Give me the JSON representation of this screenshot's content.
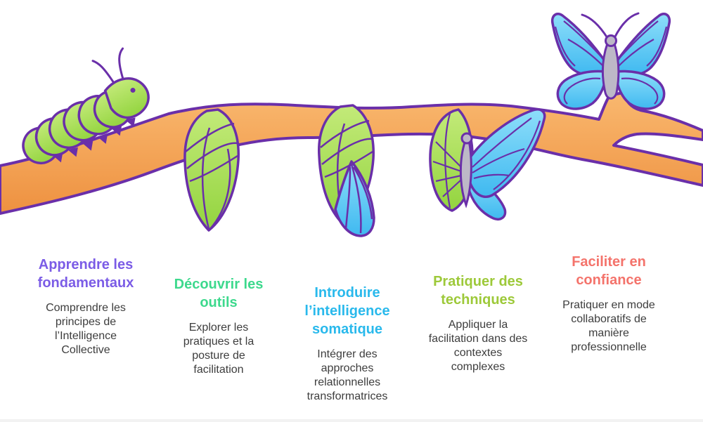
{
  "steps": [
    {
      "title": "Apprendre les\nfondamentaux",
      "description": "Comprendre les\nprincipes de\nl’Intelligence\nCollective",
      "color": "#7B5CE6"
    },
    {
      "title": "Découvrir les\noutils",
      "description": "Explorer les\npratiques et la\nposture de\nfacilitation",
      "color": "#3DD98D"
    },
    {
      "title": "Introduire\nl’intelligence\nsomatique",
      "description": "Intégrer des\napproches\nrelationnelles\ntransformatrices",
      "color": "#29B9EC"
    },
    {
      "title": "Pratiquer des\ntechniques",
      "description": "Appliquer la\nfacilitation dans des\ncontextes\ncomplexes",
      "color": "#9DC939"
    },
    {
      "title": "Faciliter en\nconfiance",
      "description": "Pratiquer en mode\ncollaboratifs de\nmanière\nprofessionnelle",
      "color": "#F4736B"
    }
  ],
  "illustration": {
    "stages": [
      "caterpillar",
      "chrysalis",
      "chrysalis-opening",
      "butterfly-emerging",
      "butterfly"
    ],
    "colors": {
      "branch_orange": "#F5A757",
      "outline_purple": "#6A2FA9",
      "caterpillar_green": "#A6DC4F",
      "butterfly_blue": "#4FC2F4",
      "body_gray": "#BDB8C7"
    }
  },
  "page": {
    "background": "#FFFFFF",
    "bottom_edge_color": "#F2F2F2"
  }
}
